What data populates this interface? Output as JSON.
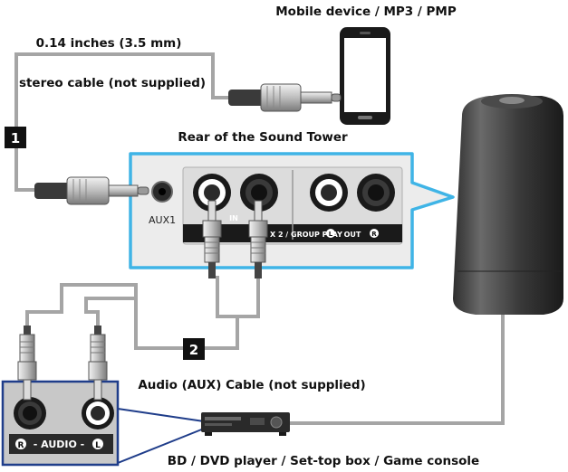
{
  "labels": {
    "mobile_device": "Mobile device / MP3 / PMP",
    "cable_size": "0.14 inches (3.5 mm)",
    "stereo_cable": "stereo cable (not supplied)",
    "rear_of_tower": "Rear of the Sound Tower",
    "aux1": "AUX1",
    "in_label": "IN",
    "aux2_group": "X 2 / GROUP PLAY",
    "out_label": "OUT",
    "out_left_letter": "L",
    "out_right_letter": "R",
    "aux_cable": "Audio (AUX) Cable (not supplied)",
    "source_devices": "BD / DVD player / Set-top box / Game console",
    "audio_label": "- AUDIO -",
    "audio_right_letter": "R",
    "audio_left_letter": "L"
  },
  "steps": {
    "step1": "1",
    "step2": "2"
  },
  "colors": {
    "callout_blue": "#3fb4e6",
    "panel_gray": "#ececec",
    "dark": "#1a1a1a",
    "cable_gray": "#a5a5a5",
    "jack_panel_gray": "#c8c8c8",
    "source_box_border": "#1f3d8a"
  },
  "icons": [
    "smartphone-icon",
    "stereo-plug-icon",
    "rca-plug-icon",
    "speaker-tower-icon",
    "av-receiver-icon",
    "rca-jack-icon"
  ]
}
